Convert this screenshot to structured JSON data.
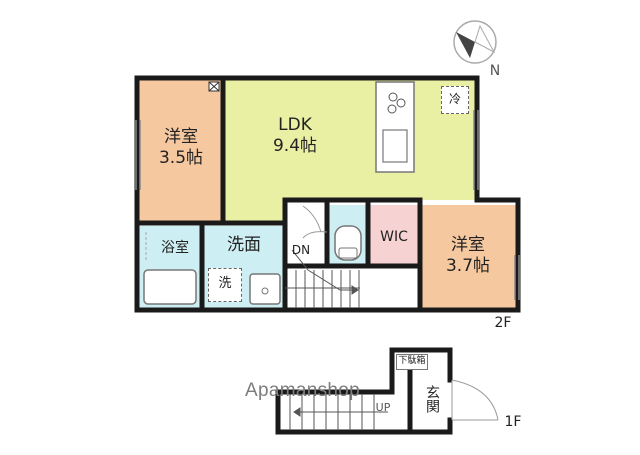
{
  "compass": {
    "north_label": "N"
  },
  "floors": {
    "upper": {
      "floor_label": "2F",
      "rooms": {
        "western_left": {
          "name": "洋室",
          "size": "3.5帖",
          "color": "#f5c8a0"
        },
        "ldk": {
          "name": "LDK",
          "size": "9.4帖",
          "color": "#e9f0a4"
        },
        "western_right": {
          "name": "洋室",
          "size": "3.7帖",
          "color": "#f5c8a0"
        },
        "wic": {
          "name": "WIC",
          "color": "#f7d2d2"
        },
        "bath": {
          "name": "浴室",
          "color": "#cdeef2"
        },
        "washroom": {
          "name": "洗面",
          "color": "#cdeef2"
        },
        "toilet": {
          "color": "#cdeef2"
        }
      },
      "fridge_label": "冷",
      "washer_label": "洗",
      "stairs_label": "DN"
    },
    "ground": {
      "floor_label": "1F",
      "shoe_box_label": "下駄箱",
      "entrance_label": "玄関",
      "stairs_label": "UP"
    }
  },
  "watermark": "Apamanshop"
}
